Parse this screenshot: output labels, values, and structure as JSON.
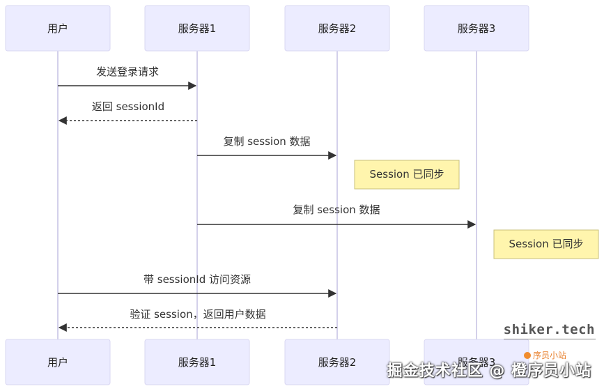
{
  "diagram": {
    "type": "sequence",
    "participants": [
      "用户",
      "服务器1",
      "服务器2",
      "服务器3"
    ],
    "messages": [
      {
        "from": 0,
        "to": 1,
        "label": "发送登录请求",
        "style": "solid"
      },
      {
        "from": 1,
        "to": 0,
        "label": "返回 sessionId",
        "style": "dotted"
      },
      {
        "from": 1,
        "to": 2,
        "label": "复制 session 数据",
        "style": "solid"
      },
      {
        "note": "Session 已同步",
        "over": 2
      },
      {
        "from": 1,
        "to": 3,
        "label": "复制 session 数据",
        "style": "solid"
      },
      {
        "note": "Session 已同步",
        "over": 3
      },
      {
        "from": 0,
        "to": 2,
        "label": "带 sessionId 访问资源",
        "style": "solid"
      },
      {
        "from": 2,
        "to": 0,
        "label": "验证 session，返回用户数据",
        "style": "dotted"
      }
    ]
  },
  "watermark": {
    "site": "shiker.tech",
    "logo_text": "序员小站",
    "logo_icon": "orange-icon",
    "bottom": "掘金技术社区 @ 橙序员小站"
  },
  "colors": {
    "actor_fill": "#ECECFF",
    "note_fill": "#FFF5AD",
    "line": "#333333"
  }
}
